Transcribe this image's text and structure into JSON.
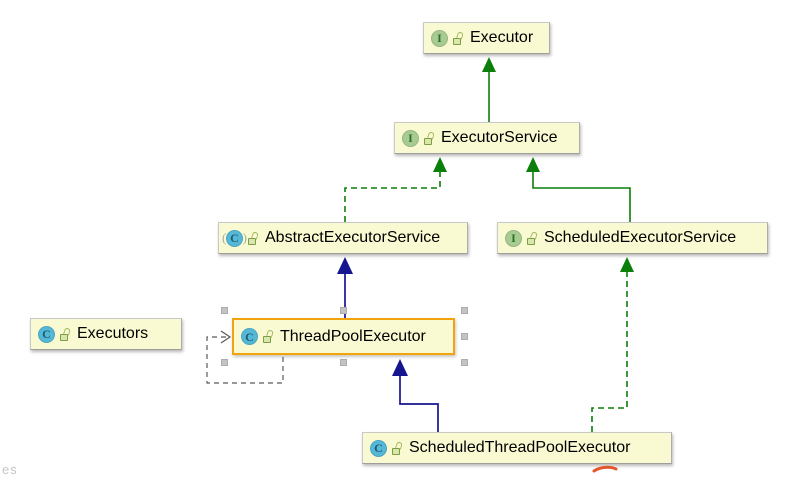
{
  "diagram": {
    "background_text": "es",
    "nodes": {
      "executor": {
        "label": "Executor",
        "kind": "interface",
        "icon": "interface-icon",
        "icon_letter": "I",
        "visibility_icon": "public-lock-icon",
        "selected": false
      },
      "executor_service": {
        "label": "ExecutorService",
        "kind": "interface",
        "icon": "interface-icon",
        "icon_letter": "I",
        "visibility_icon": "public-lock-icon",
        "selected": false
      },
      "abstract_executor_service": {
        "label": "AbstractExecutorService",
        "kind": "abstract-class",
        "icon": "abstract-class-icon",
        "icon_letter": "C",
        "visibility_icon": "public-lock-icon",
        "selected": false
      },
      "scheduled_executor_service": {
        "label": "ScheduledExecutorService",
        "kind": "interface",
        "icon": "interface-icon",
        "icon_letter": "I",
        "visibility_icon": "public-lock-icon",
        "selected": false
      },
      "thread_pool_executor": {
        "label": "ThreadPoolExecutor",
        "kind": "class",
        "icon": "class-icon",
        "icon_letter": "C",
        "visibility_icon": "public-lock-icon",
        "selected": true
      },
      "executors": {
        "label": "Executors",
        "kind": "class",
        "icon": "class-icon",
        "icon_letter": "C",
        "visibility_icon": "public-lock-icon",
        "selected": false
      },
      "scheduled_thread_pool_executor": {
        "label": "ScheduledThreadPoolExecutor",
        "kind": "class",
        "icon": "class-icon",
        "icon_letter": "C",
        "visibility_icon": "public-lock-icon",
        "selected": false
      }
    },
    "edges": [
      {
        "from": "ExecutorService",
        "to": "Executor",
        "relation": "extends",
        "style": "solid",
        "color": "#0A7F0A"
      },
      {
        "from": "AbstractExecutorService",
        "to": "ExecutorService",
        "relation": "implements",
        "style": "dashed",
        "color": "#0A7F0A"
      },
      {
        "from": "ScheduledExecutorService",
        "to": "ExecutorService",
        "relation": "extends",
        "style": "solid",
        "color": "#0A7F0A"
      },
      {
        "from": "ThreadPoolExecutor",
        "to": "AbstractExecutorService",
        "relation": "extends",
        "style": "solid",
        "color": "#15158F"
      },
      {
        "from": "ScheduledThreadPoolExecutor",
        "to": "ThreadPoolExecutor",
        "relation": "extends",
        "style": "solid",
        "color": "#15158F"
      },
      {
        "from": "ScheduledThreadPoolExecutor",
        "to": "ScheduledExecutorService",
        "relation": "implements",
        "style": "dashed",
        "color": "#0A7F0A"
      },
      {
        "from": "ThreadPoolExecutor",
        "to": "ThreadPoolExecutor",
        "relation": "dependency",
        "style": "dashed",
        "color": "#5A5A5A"
      }
    ],
    "colors": {
      "node_fill": "#FAFAD2",
      "node_border": "#C9C9C9",
      "selected_border": "#F2A40E",
      "interface_icon_fill": "#A8CB91",
      "class_icon_fill": "#55B8D6",
      "inheritance_green": "#0A7F0A",
      "inheritance_blue": "#15158F",
      "dependency_gray": "#5A5A5A",
      "handle_gray": "#C3C3C3",
      "orange_mark": "#E2572B",
      "background": "#FFFFFF"
    }
  }
}
